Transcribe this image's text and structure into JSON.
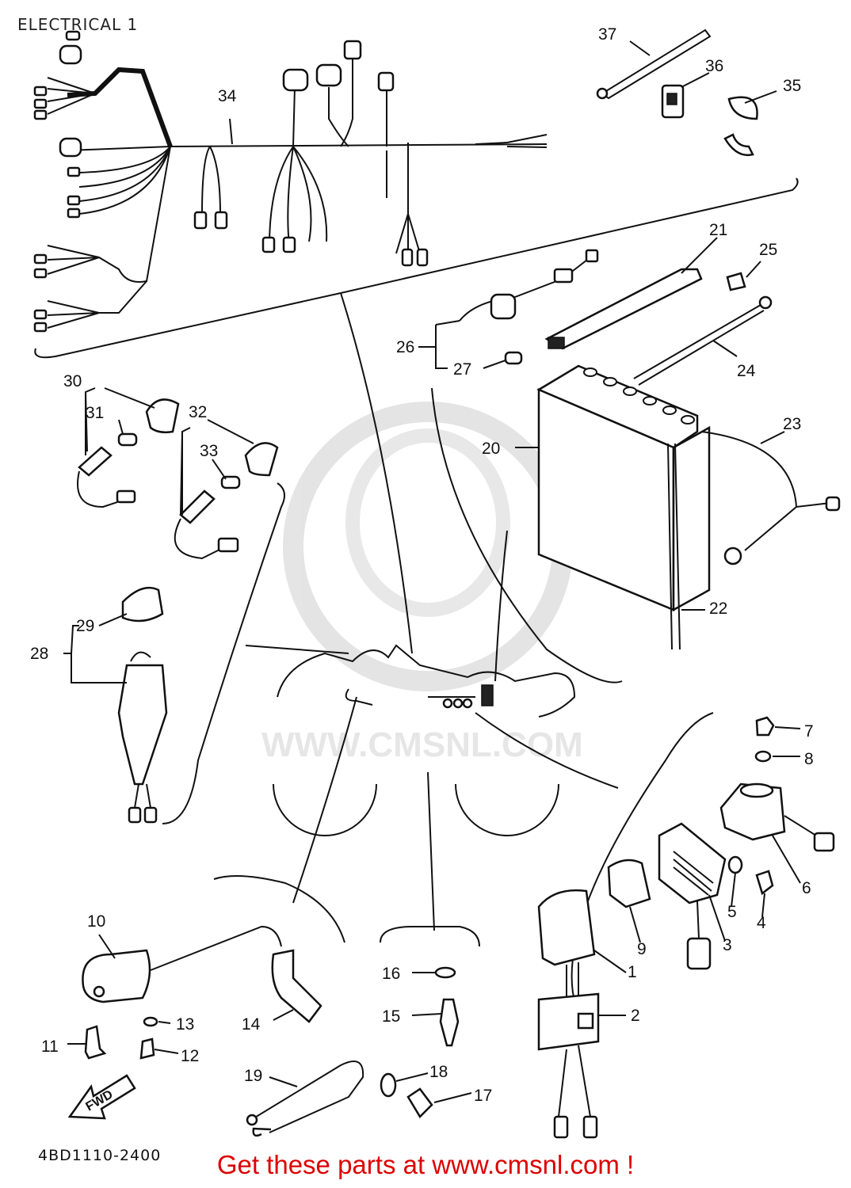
{
  "title": "ELECTRICAL 1",
  "ref_code": "4BD1110-2400",
  "watermark": "WWW.CMSNL.COM",
  "forward_marker": "FWD",
  "footer": "Get these parts at www.cmsnl.com !",
  "callouts": [
    {
      "number": "1"
    },
    {
      "number": "2"
    },
    {
      "number": "3"
    },
    {
      "number": "4"
    },
    {
      "number": "5"
    },
    {
      "number": "6"
    },
    {
      "number": "7"
    },
    {
      "number": "8"
    },
    {
      "number": "9"
    },
    {
      "number": "10"
    },
    {
      "number": "11"
    },
    {
      "number": "12"
    },
    {
      "number": "13"
    },
    {
      "number": "14"
    },
    {
      "number": "15"
    },
    {
      "number": "16"
    },
    {
      "number": "17"
    },
    {
      "number": "18"
    },
    {
      "number": "19"
    },
    {
      "number": "20"
    },
    {
      "number": "21"
    },
    {
      "number": "22"
    },
    {
      "number": "23"
    },
    {
      "number": "24"
    },
    {
      "number": "25"
    },
    {
      "number": "26"
    },
    {
      "number": "27"
    },
    {
      "number": "28"
    },
    {
      "number": "29"
    },
    {
      "number": "30"
    },
    {
      "number": "31"
    },
    {
      "number": "32"
    },
    {
      "number": "33"
    },
    {
      "number": "34"
    },
    {
      "number": "35"
    },
    {
      "number": "36"
    },
    {
      "number": "37"
    }
  ]
}
